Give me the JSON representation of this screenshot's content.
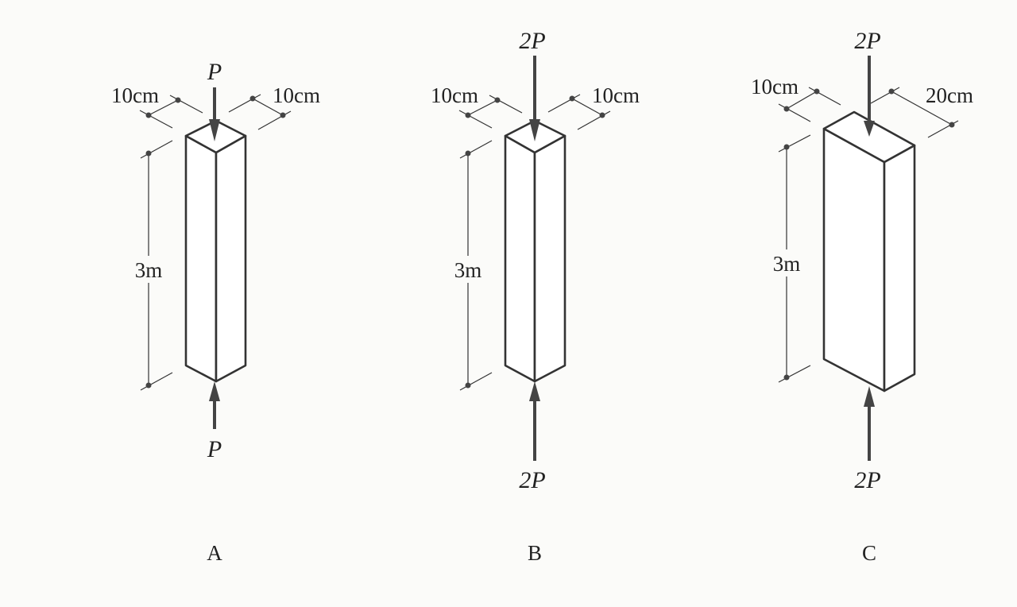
{
  "columns": [
    {
      "label": "A",
      "load_top": "P",
      "load_bottom": "P",
      "width_left": "10cm",
      "width_right": "10cm",
      "height": "3m"
    },
    {
      "label": "B",
      "load_top": "2P",
      "load_bottom": "2P",
      "width_left": "10cm",
      "width_right": "10cm",
      "height": "3m"
    },
    {
      "label": "C",
      "load_top": "2P",
      "load_bottom": "2P",
      "width_left": "10cm",
      "width_right": "20cm",
      "height": "3m"
    }
  ]
}
